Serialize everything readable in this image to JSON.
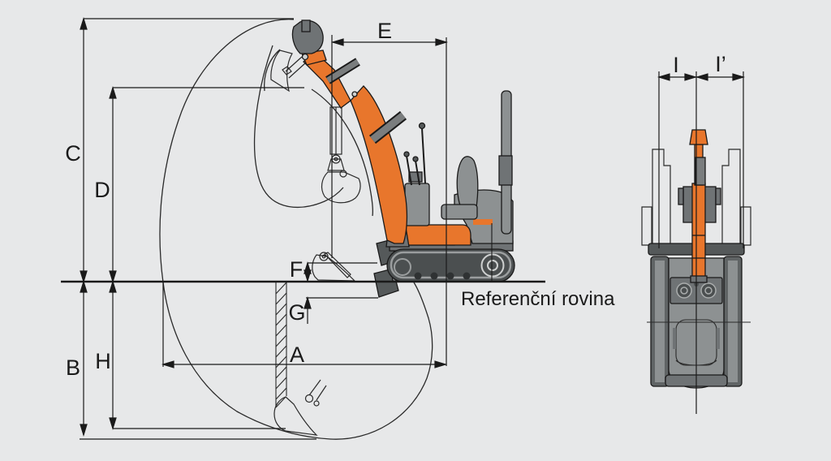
{
  "diagram": {
    "type": "excavator-working-range-diagram",
    "reference_plane_label": "Referenční rovina",
    "dimension_labels": {
      "a": "A",
      "b": "B",
      "c": "C",
      "d": "D",
      "e": "E",
      "f": "F",
      "g": "G",
      "h": "H",
      "i": "I",
      "i_prime": "I’"
    },
    "colors": {
      "background": "#e7e8e9",
      "line": "#1a1a1a",
      "curve": "#2a2a2a",
      "machine_orange": "#e8762c",
      "machine_gray": "#8d9192",
      "machine_dark_gray": "#55595a",
      "track_gray": "#4b4f50",
      "mid_gray": "#6f7375",
      "cylinder_gray": "#7a7d7e"
    }
  }
}
